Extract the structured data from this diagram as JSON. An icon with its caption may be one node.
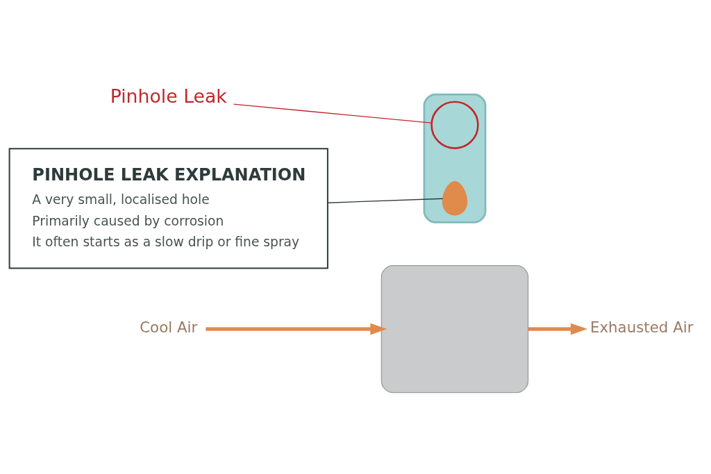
{
  "diagram": {
    "nodes": [
      {
        "text": [
          "Cool Air"
        ]
      },
      {
        "text": [],
        "shape": "box"
      },
      {
        "text": [
          "Exhausted Air"
        ]
      },
      {
        "text": [],
        "shape": "cylinder"
      },
      {
        "text": [
          "Pinhole Leak"
        ]
      },
      {
        "text": [],
        "shape": "circle",
        "in": 3
      },
      {
        "text": [],
        "shape": "drop",
        "in": 3
      },
      {
        "text": [
          "PINHOLE LEAK EXPLANATION",
          "A very small, localised hole",
          "Primarily caused by corrosion",
          "It often starts as a slow drip or fine spray"
        ]
      }
    ],
    "edges": [
      {
        "from": 0,
        "to": 1,
        "arrow": "to",
        "style": "thick",
        "color": "#e08a4c"
      },
      {
        "from": 1,
        "to": 2,
        "arrow": "to",
        "style": "thick",
        "color": "#e08a4c"
      },
      {
        "from": 4,
        "to": 5,
        "arrow": "none",
        "color": "#c0282d"
      },
      {
        "from": 7,
        "to": 6,
        "arrow": "none",
        "color": "#2e3b3a"
      }
    ]
  }
}
